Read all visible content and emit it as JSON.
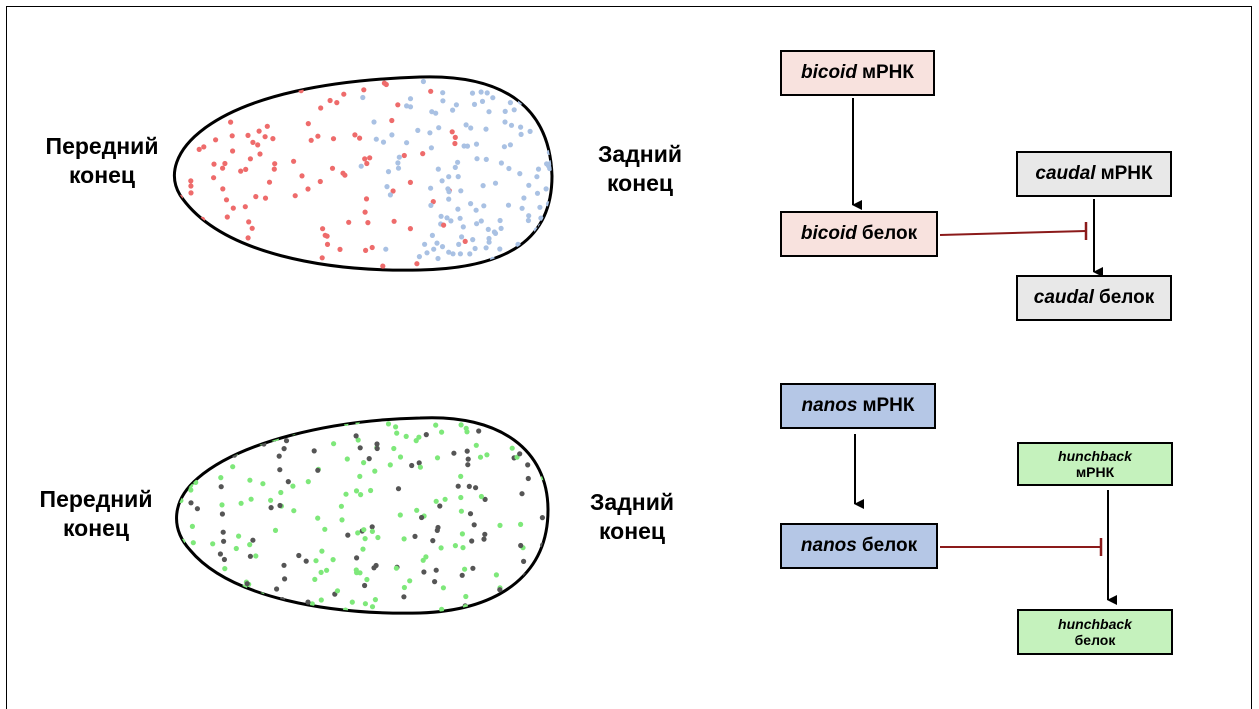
{
  "colors": {
    "bicoid_box": "#f8e2de",
    "caudal_box": "#e8e8e8",
    "nanos_box": "#b5c7e6",
    "hunchback_box": "#c5f2bd",
    "red_dot": "#ee6b6b",
    "blue_dot": "#a9c1e3",
    "green_dot": "#7ee87a",
    "dark_dot": "#555555",
    "inhibit_line": "#8b1a1a"
  },
  "top_panel": {
    "anterior": {
      "line1": "Передний",
      "line2": "конец"
    },
    "posterior": {
      "line1": "Задний",
      "line2": "конец"
    },
    "bicoid_mrna": {
      "gene": "bicoid",
      "suffix": "мРНК"
    },
    "bicoid_protein": {
      "gene": "bicoid",
      "suffix": "белок"
    },
    "caudal_mrna": {
      "gene": "caudal",
      "suffix": "мРНК"
    },
    "caudal_protein": {
      "gene": "caudal",
      "suffix": "белок"
    }
  },
  "bottom_panel": {
    "anterior": {
      "line1": "Передний",
      "line2": "конец"
    },
    "posterior": {
      "line1": "Задний",
      "line2": "конец"
    },
    "nanos_mrna": {
      "gene": "nanos",
      "suffix": "мРНК"
    },
    "nanos_protein": {
      "gene": "nanos",
      "suffix": "белок"
    },
    "hunchback_mrna": {
      "gene": "hunchback",
      "suffix": "мРНК"
    },
    "hunchback_protein": {
      "gene": "hunchback",
      "suffix": "белок"
    }
  }
}
